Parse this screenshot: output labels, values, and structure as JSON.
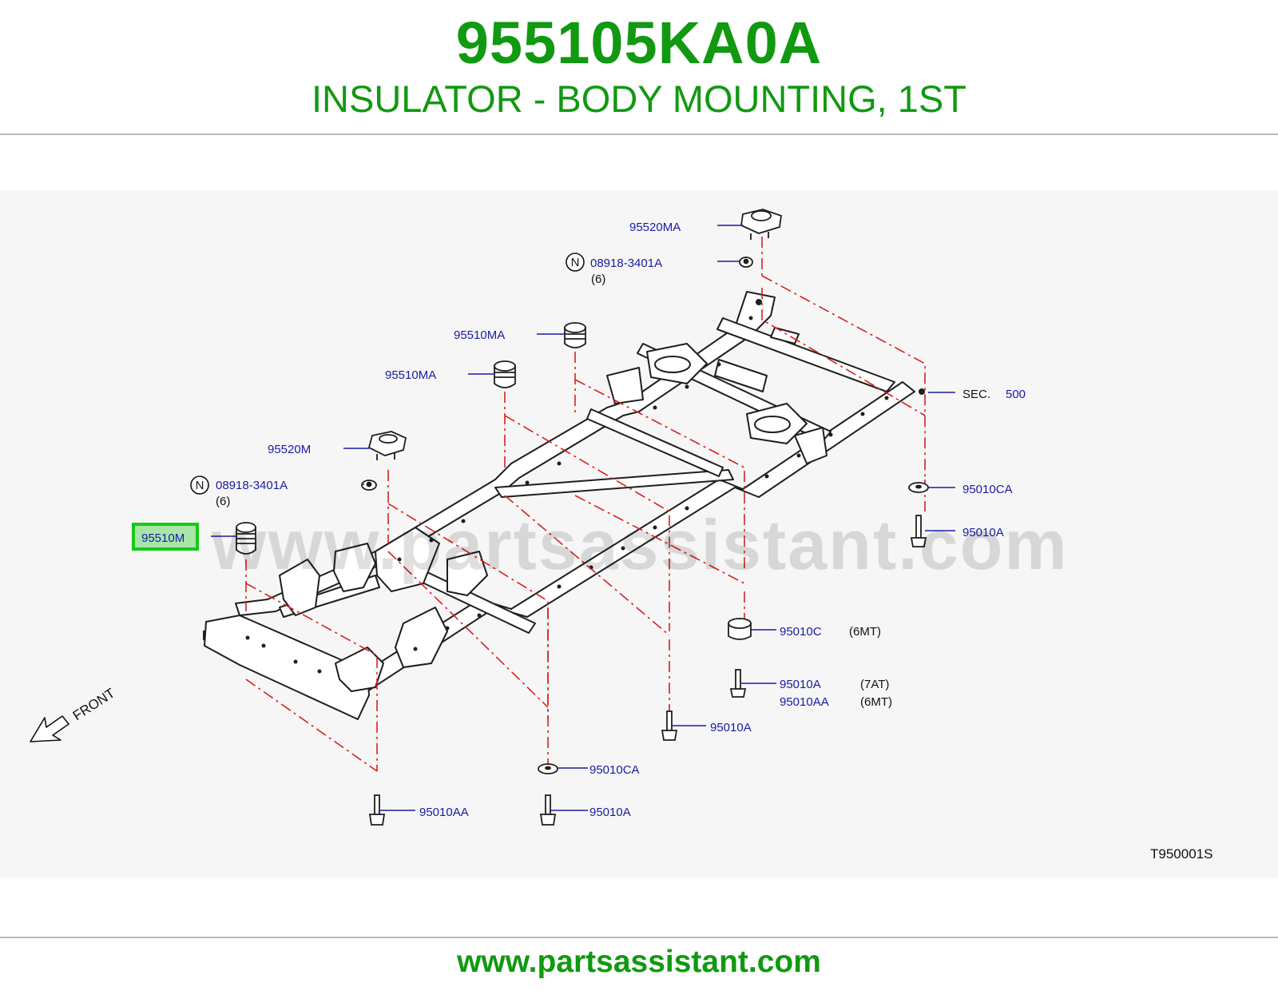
{
  "header": {
    "part_number": "955105KA0A",
    "part_name": "INSULATOR - BODY MOUNTING, 1ST"
  },
  "diagram": {
    "watermark": "www.partsassistant.com",
    "figure_code": "T950001S",
    "front_label": "FRONT",
    "highlighted_part": "95510M",
    "labels": {
      "p95520MA": "95520MA",
      "nut_top": "08918-3401A",
      "nut_top_qty": "(6)",
      "p95510MA_a": "95510MA",
      "p95510MA_b": "95510MA",
      "sec": "SEC.",
      "sec_num": "500",
      "p95520M": "95520M",
      "nut_mid": "08918-3401A",
      "nut_mid_qty": "(6)",
      "p95510M": "95510M",
      "p95010CA_right": "95010CA",
      "p95010A_right": "95010A",
      "p95010C": "95010C",
      "p95010C_note": "(6MT)",
      "p95010A_7at": "95010A",
      "note_7at": "(7AT)",
      "p95010AA_6mt": "95010AA",
      "note_6mt": "(6MT)",
      "p95010A_mid": "95010A",
      "p95010CA_bottom": "95010CA",
      "p95010AA_bottom": "95010AA",
      "p95010A_bottom": "95010A",
      "circle_n": "N"
    }
  },
  "footer": {
    "url": "www.partsassistant.com"
  },
  "colors": {
    "brand_green": "#119911",
    "label_blue": "#1a1aa6",
    "dash_red": "#d92020",
    "highlight_fill": "#a8e6a8",
    "highlight_border": "#17c817"
  }
}
